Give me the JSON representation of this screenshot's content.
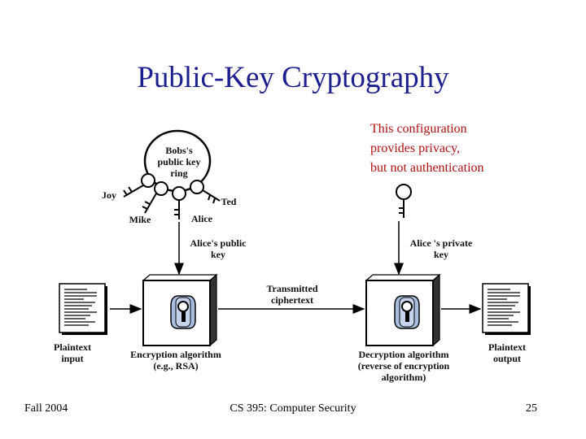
{
  "title": "Public-Key Cryptography",
  "note": "This configuration\nprovides privacy,\nbut not authentication",
  "diagram": {
    "key_ring_label": "Bobs's\npublic key\nring",
    "keys": {
      "joy": "Joy",
      "mike": "Mike",
      "alice": "Alice",
      "ted": "Ted"
    },
    "alice_public_key": "Alice's public\nkey",
    "alice_private_key": "Alice 's private\nkey",
    "transmitted_ciphertext": "Transmitted\nciphertext",
    "plaintext_input": "Plaintext\ninput",
    "plaintext_output": "Plaintext\noutput",
    "encryption_algorithm": "Encryption algorithm\n(e.g., RSA)",
    "decryption_algorithm": "Decryption algorithm\n(reverse of encryption\nalgorithm)"
  },
  "footer": {
    "left": "Fall 2004",
    "center": "CS 395: Computer Security",
    "page": "25"
  },
  "colors": {
    "title": "#1c1f8e",
    "note": "#b01010",
    "lock_fill": "#a9bde0"
  }
}
